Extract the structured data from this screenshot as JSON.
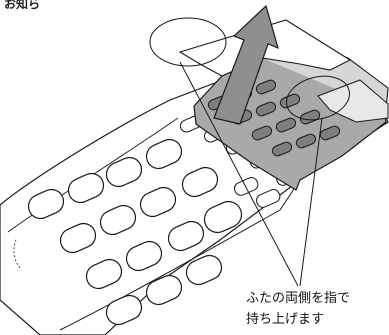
{
  "header_label": "お知ら",
  "caption": {
    "line1": "ふたの両側を指で",
    "line2": "持ち上げます"
  },
  "colors": {
    "outline": "#1a1a1a",
    "lid_fill": "#a9a9a9",
    "lid_key_fill": "#7e7e7e",
    "arrow_fill": "#8f8f8f",
    "background": "#ffffff"
  }
}
